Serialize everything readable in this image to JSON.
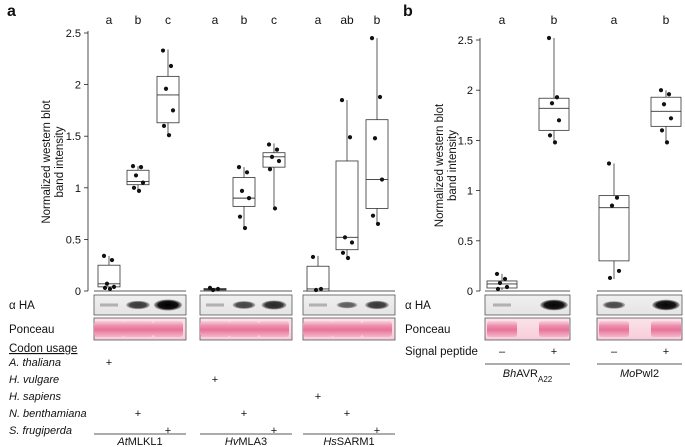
{
  "panels": {
    "a": {
      "label": "a"
    },
    "b": {
      "label": "b"
    }
  },
  "rows": {
    "alpha_ha": "α HA",
    "ponceau": "Ponceau",
    "codon_usage": "Codon usage",
    "signal_peptide": "Signal peptide"
  },
  "species": [
    "A. thaliana",
    "H. vulgare",
    "H. sapiens",
    "N. benthamiana",
    "S. frugiperda"
  ],
  "marks": {
    "plus": "+",
    "minus": "–"
  },
  "chart_data": [
    {
      "type": "box",
      "panel": "a",
      "ylabel": [
        "Normalized western blot",
        "band intensity"
      ],
      "ylim": [
        0,
        2.5
      ],
      "yticks": [
        0,
        0.5,
        1,
        1.5,
        2,
        2.5
      ],
      "yticklabels": [
        "0",
        "0.5",
        "1",
        "1.5",
        "2",
        "2.5"
      ],
      "groups": [
        {
          "name": "AtMLKL1",
          "prefix": "At",
          "rest": "MLKL1",
          "boxes": [
            {
              "letter": "a",
              "codon": 0,
              "min": 0.02,
              "q1": 0.04,
              "median": 0.07,
              "q3": 0.25,
              "max": 0.34,
              "points": [
                0.34,
                0.3,
                0.07,
                0.04,
                0.03,
                0.02
              ]
            },
            {
              "letter": "b",
              "codon": 3,
              "min": 0.98,
              "q1": 1.03,
              "median": 1.06,
              "q3": 1.17,
              "max": 1.21,
              "points": [
                1.21,
                1.2,
                1.12,
                1.05,
                1.0,
                0.97
              ]
            },
            {
              "letter": "c",
              "codon": 4,
              "min": 1.5,
              "q1": 1.63,
              "median": 1.9,
              "q3": 2.08,
              "max": 2.34,
              "points": [
                2.33,
                2.18,
                1.96,
                1.75,
                1.6,
                1.51
              ]
            }
          ]
        },
        {
          "name": "HvMLA3",
          "prefix": "Hv",
          "rest": "MLA3",
          "boxes": [
            {
              "letter": "a",
              "codon": 1,
              "min": 0.0,
              "q1": 0.01,
              "median": 0.015,
              "q3": 0.025,
              "max": 0.03,
              "points": [
                0.03,
                0.02,
                0.01
              ]
            },
            {
              "letter": "b",
              "codon": 3,
              "min": 0.62,
              "q1": 0.82,
              "median": 0.9,
              "q3": 1.1,
              "max": 1.2,
              "points": [
                1.2,
                1.15,
                0.97,
                0.9,
                0.72,
                0.61
              ]
            },
            {
              "letter": "c",
              "codon": 4,
              "min": 0.8,
              "q1": 1.2,
              "median": 1.3,
              "q3": 1.34,
              "max": 1.43,
              "points": [
                1.42,
                1.37,
                1.3,
                1.26,
                1.18,
                0.8
              ]
            }
          ]
        },
        {
          "name": "HsSARM1",
          "prefix": "Hs",
          "rest": "SARM1",
          "boxes": [
            {
              "letter": "a",
              "codon": 2,
              "min": 0.0,
              "q1": 0.0,
              "median": 0.02,
              "q3": 0.24,
              "max": 0.34,
              "points": [
                0.33,
                0.02,
                0.01
              ]
            },
            {
              "letter": "ab",
              "codon": 3,
              "min": 0.33,
              "q1": 0.4,
              "median": 0.52,
              "q3": 1.26,
              "max": 1.85,
              "points": [
                1.85,
                1.49,
                0.52,
                0.47,
                0.37,
                0.32
              ]
            },
            {
              "letter": "b",
              "codon": 4,
              "min": 0.64,
              "q1": 0.8,
              "median": 1.08,
              "q3": 1.66,
              "max": 2.45,
              "points": [
                2.45,
                1.88,
                1.48,
                1.08,
                0.73,
                0.65
              ]
            }
          ]
        }
      ]
    },
    {
      "type": "box",
      "panel": "b",
      "ylabel": [
        "Normalized western blot",
        "band intensity"
      ],
      "ylim": [
        0,
        2.5
      ],
      "yticks": [
        0,
        0.5,
        1,
        1.5,
        2,
        2.5
      ],
      "yticklabels": [
        "0",
        "0.5",
        "1",
        "1.5",
        "2",
        "2.5"
      ],
      "groups": [
        {
          "name": "BhAVRA22",
          "prefix": "Bh",
          "rest": "AVR",
          "sub": "A22",
          "boxes": [
            {
              "letter": "a",
              "signal": "-",
              "min": 0.01,
              "q1": 0.03,
              "median": 0.07,
              "q3": 0.1,
              "max": 0.17,
              "points": [
                0.17,
                0.12,
                0.08,
                0.04,
                0.02
              ]
            },
            {
              "letter": "b",
              "signal": "+",
              "min": 1.47,
              "q1": 1.6,
              "median": 1.82,
              "q3": 1.92,
              "max": 2.52,
              "points": [
                2.52,
                1.93,
                1.87,
                1.7,
                1.55,
                1.48
              ]
            }
          ]
        },
        {
          "name": "MoPwl2",
          "prefix": "Mo",
          "rest": "Pwl2",
          "boxes": [
            {
              "letter": "a",
              "signal": "-",
              "min": 0.12,
              "q1": 0.3,
              "median": 0.83,
              "q3": 0.95,
              "max": 1.27,
              "points": [
                1.27,
                0.93,
                0.85,
                0.2,
                0.13
              ]
            },
            {
              "letter": "b",
              "signal": "+",
              "min": 1.48,
              "q1": 1.64,
              "median": 1.79,
              "q3": 1.93,
              "max": 2.0,
              "points": [
                2.0,
                1.96,
                1.86,
                1.72,
                1.6,
                1.48
              ]
            }
          ]
        }
      ]
    }
  ]
}
